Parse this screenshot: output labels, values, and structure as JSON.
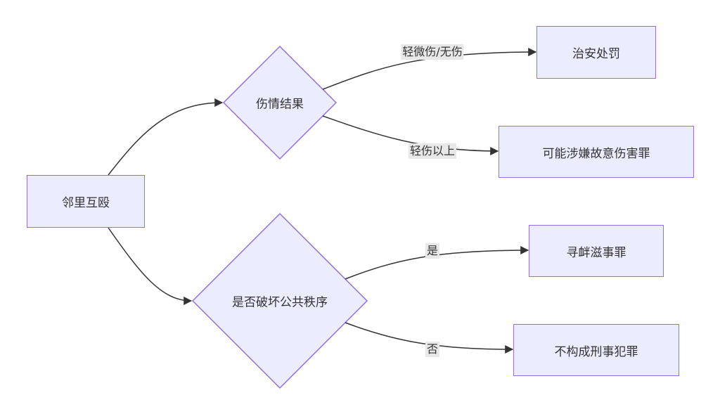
{
  "diagram": {
    "type": "flowchart",
    "nodes": {
      "neighbor_fight": "邻里互殴",
      "injury_result": "伤情结果",
      "public_order": "是否破坏公共秩序",
      "admin_penalty": "治安处罚",
      "intentional_injury": "可能涉嫌故意伤害罪",
      "provoking_trouble": "寻衅滋事罪",
      "no_crime": "不构成刑事犯罪"
    },
    "edge_labels": {
      "minor_or_none": "轻微伤/无伤",
      "minor_or_above": "轻伤以上",
      "yes": "是",
      "no": "否"
    },
    "colors": {
      "node_fill": "#ececff",
      "node_stroke": "#9370db",
      "edge": "#333333",
      "label_bg": "#e8e8e8"
    }
  }
}
